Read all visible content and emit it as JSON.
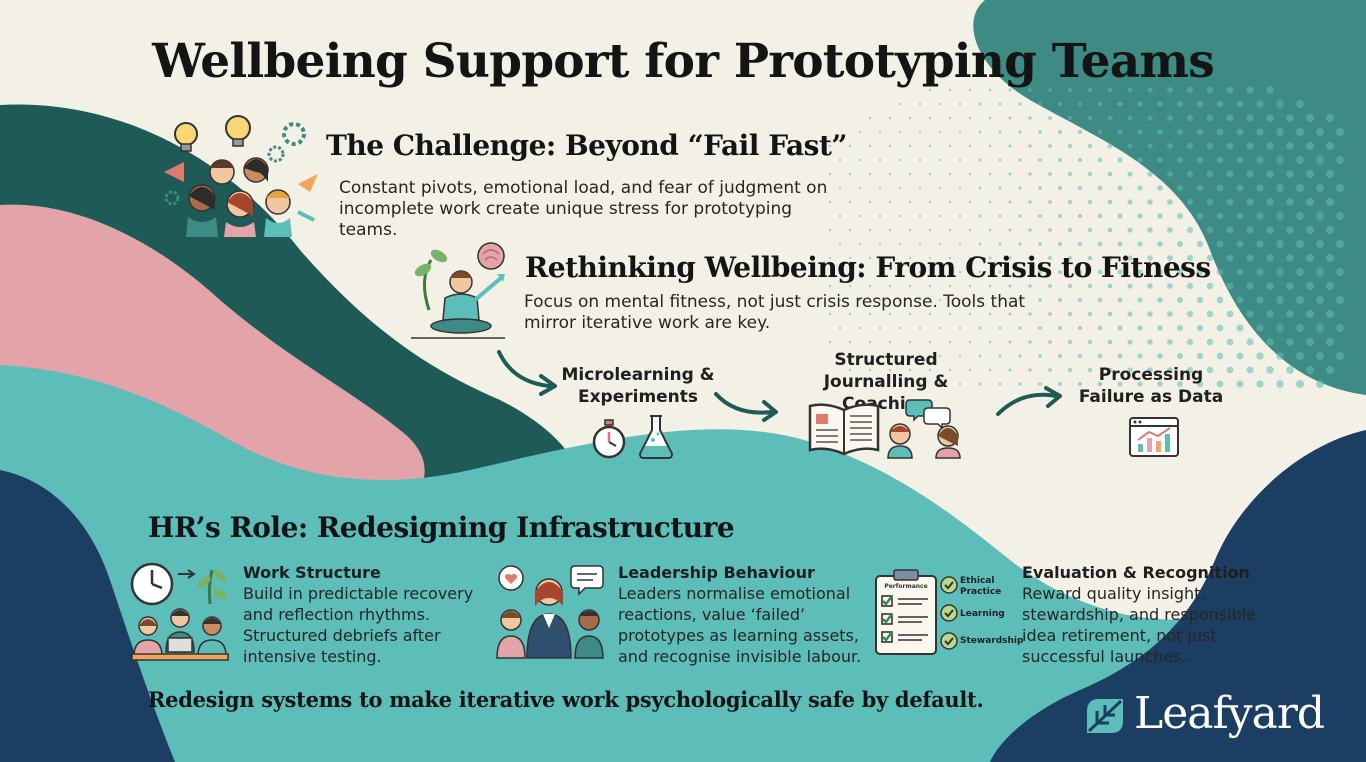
{
  "title": "Wellbeing Support for Prototyping Teams",
  "challenge": {
    "heading": "The Challenge: Beyond “Fail Fast”",
    "body": "Constant pivots, emotional load, and fear of judgment on incomplete work create unique stress for prototyping teams."
  },
  "rethinking": {
    "heading": "Rethinking Wellbeing: From Crisis to Fitness",
    "body": "Focus on mental fitness, not just crisis response. Tools that mirror iterative work are key."
  },
  "flow": [
    {
      "label": "Microlearning & Experiments",
      "icons": [
        "stopwatch-icon",
        "flask-icon"
      ]
    },
    {
      "label": "Structured Journalling & Coaching",
      "icons": [
        "open-book-icon",
        "people-chat-icon"
      ]
    },
    {
      "label": "Processing Failure as Data",
      "icons": [
        "chart-window-icon"
      ]
    }
  ],
  "hr": {
    "heading": "HR’s Role: Redesigning Infrastructure",
    "items": [
      {
        "title": "Work Structure",
        "body": "Build in predictable recovery and reflection rhythms. Structured debriefs after intensive testing.",
        "icon": "clock-team-icon"
      },
      {
        "title": "Leadership Behaviour",
        "body": "Leaders normalise emotional reactions, value ‘failed’ prototypes as learning assets, and recognise invisible labour.",
        "icon": "leader-team-icon"
      },
      {
        "title": "Evaluation & Recognition",
        "body": "Reward quality insight, stewardship, and responsible idea retirement, not just successful launches.",
        "icon": "clipboard-check-icon"
      }
    ],
    "clipboard": {
      "header": "Performance",
      "checks": [
        "Ethical Practice",
        "Learning",
        "Stewardship"
      ]
    }
  },
  "footer": "Redesign systems to make iterative work psychologically safe by default.",
  "brand": {
    "name": "Leafyard",
    "icon": "leaf-logo-icon"
  },
  "colors": {
    "background": "#f3f0e6",
    "dark_teal": "#1e5b57",
    "teal": "#5dbdb9",
    "pink": "#e2a4a8",
    "navy": "#1c3e63",
    "ink": "#141414"
  }
}
